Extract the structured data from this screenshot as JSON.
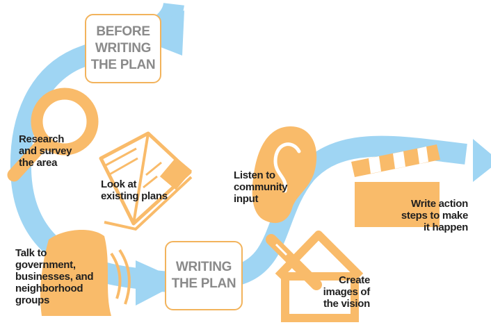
{
  "stages": {
    "before": [
      "BEFORE",
      "WRITING",
      "THE PLAN"
    ],
    "writing": [
      "WRITING",
      "THE PLAN"
    ]
  },
  "steps": {
    "research": [
      "Research",
      "and survey",
      "the area"
    ],
    "look": [
      "Look at",
      "existing plans"
    ],
    "talk": [
      "Talk to",
      "government,",
      "businesses, and",
      "neighborhood",
      "groups"
    ],
    "listen": [
      "Listen to",
      "community",
      "input"
    ],
    "create": [
      "Create",
      "images of",
      "the vision"
    ],
    "write": [
      "Write action",
      "steps to make",
      "it happen"
    ]
  },
  "colors": {
    "arrow": "#9fd5f3",
    "icon": "#f9bb6a",
    "outline": "#f2b35c",
    "stage_text": "#8a8a8a"
  },
  "icons": [
    "magnifier-icon",
    "open-book-icon",
    "bell-icon",
    "ear-icon",
    "house-pen-icon",
    "clapperboard-icon"
  ]
}
